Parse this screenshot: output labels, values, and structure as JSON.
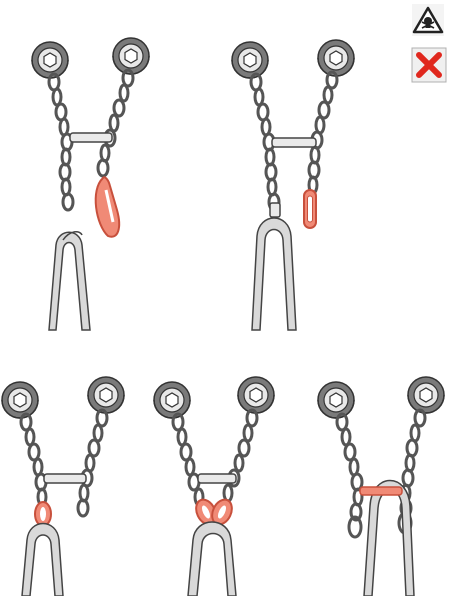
{
  "panels": [
    {
      "name": "panel-top-left",
      "rope": "double-strand",
      "connector": "open-carabiner",
      "emphasis": "carabiner"
    },
    {
      "name": "panel-top-right",
      "rope": "single-strand",
      "connector": "closed-quicklink",
      "emphasis": "quicklink"
    },
    {
      "name": "panel-bottom-left",
      "rope": "single-strand",
      "connector": "chain-link",
      "emphasis": "link"
    },
    {
      "name": "panel-bottom-middle",
      "rope": "single-strand",
      "connector": "crossed-links",
      "emphasis": "links"
    },
    {
      "name": "panel-bottom-right",
      "rope": "single-strand",
      "connector": "rope-over-bar",
      "emphasis": "bar"
    }
  ],
  "legend": [
    {
      "name": "danger-warning-icon",
      "meaning": "danger"
    },
    {
      "name": "incorrect-x-icon",
      "meaning": "incorrect"
    }
  ],
  "colors": {
    "highlight": "#f08a76",
    "highlight_stroke": "#c8503c",
    "hanger_dark": "#7a7a7a",
    "hanger_light": "#cfcfcf",
    "chain_stroke": "#555555",
    "rope_fill": "#d9d9d9",
    "warning_bg": "#f4f4f4",
    "x_red": "#e0281e"
  }
}
